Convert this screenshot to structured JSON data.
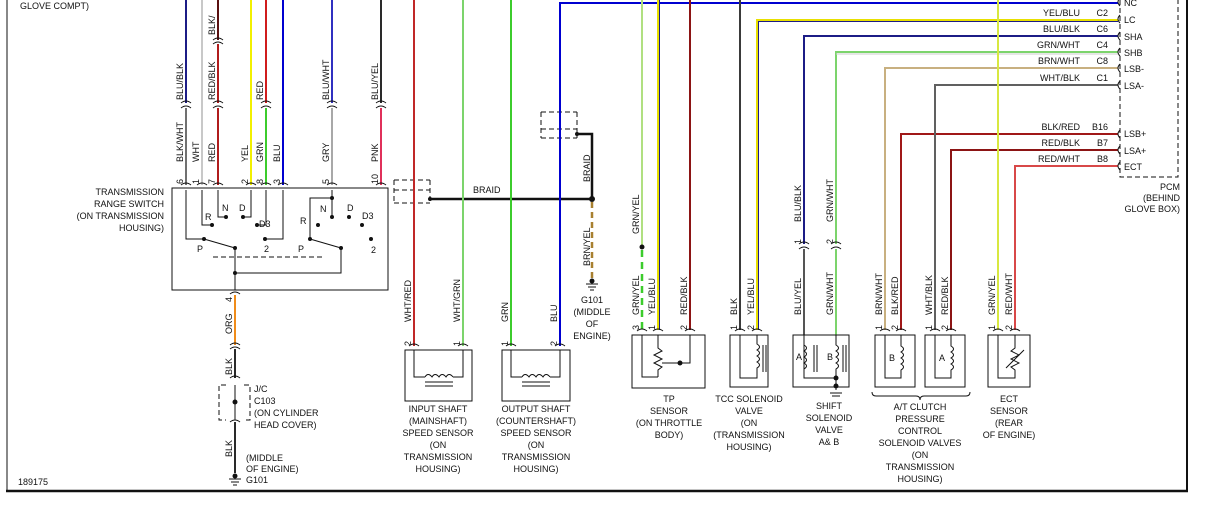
{
  "top_fragment": "GLOVE COMPT)",
  "figure_id": "189175",
  "colors": {
    "navy": "#1c1c86",
    "blue": "#0000d0",
    "red": "#d01c1c",
    "darkred": "#8c1414",
    "yellow": "#f2f000",
    "green": "#3ccc2c",
    "ltgreen": "#8cd47c",
    "gray": "#a8a8a8",
    "pink": "#e0305a",
    "orange": "#f08c1a",
    "brown": "#a88030",
    "black": "#2a2a2a"
  },
  "range_switch": {
    "title": [
      "TRANSMISSION",
      "RANGE SWITCH",
      "(ON TRANSMISSION",
      "HOUSING)"
    ],
    "upper_wires": [
      "BLU/BLK",
      "BLK/",
      "RED/BLK",
      "RED",
      "BLU/WHT",
      "BLU/YEL"
    ],
    "lower_wires": [
      "BLK/WHT",
      "WHT",
      "RED",
      "YEL",
      "GRN",
      "BLU",
      "GRY",
      "PNK"
    ],
    "pins": [
      "6",
      "1",
      "7",
      "2",
      "8",
      "3",
      "5",
      "10"
    ],
    "ground_pin": "4",
    "positions": [
      "R",
      "N",
      "D",
      "D3",
      "P",
      "2",
      "R",
      "N",
      "D",
      "D3",
      "P",
      "2"
    ]
  },
  "ground_path": {
    "wires": [
      "ORG",
      "BLK",
      "BLK"
    ],
    "jc": [
      "J/C",
      "C103",
      "(ON CYLINDER",
      "HEAD COVER)"
    ],
    "ground": [
      "(MIDDLE",
      "OF ENGINE)",
      "G101"
    ]
  },
  "braid": {
    "label_h": "BRAID",
    "label_v": "BRAID",
    "drain": "BRN/YEL",
    "ground": [
      "G101",
      "(MIDDLE",
      "OF",
      "ENGINE)"
    ]
  },
  "input_shaft": {
    "wires": [
      "WHT/RED",
      "WHT/GRN"
    ],
    "pins": [
      "2",
      "1"
    ],
    "label": [
      "INPUT SHAFT",
      "(MAINSHAFT)",
      "SPEED SENSOR",
      "(ON",
      "TRANSMISSION",
      "HOUSING)"
    ]
  },
  "output_shaft": {
    "wires": [
      "GRN",
      "BLU"
    ],
    "pins": [
      "1",
      "2"
    ],
    "label": [
      "OUTPUT SHAFT",
      "(COUNTERSHAFT)",
      "SPEED SENSOR",
      "(ON",
      "TRANSMISSION",
      "HOUSING)"
    ]
  },
  "tp_sensor": {
    "upper": "GRN/YEL",
    "wires": [
      "GRN/YEL",
      "YEL/BLU",
      "RED/BLK"
    ],
    "pins": [
      "3",
      "1",
      "2"
    ],
    "label": [
      "TP",
      "SENSOR",
      "(ON THROTTLE",
      "BODY)"
    ]
  },
  "tcc": {
    "wires": [
      "BLK",
      "YEL/BLU"
    ],
    "pins": [
      "1",
      "2"
    ],
    "label": [
      "TCC SOLENOID",
      "VALVE",
      "(ON",
      "(TRANSMISSION",
      "HOUSING)"
    ]
  },
  "shift": {
    "upper": [
      "BLU/BLK",
      "GRN/WHT"
    ],
    "wires": [
      "BLU/YEL",
      "GRN/WHT"
    ],
    "pins": [
      "1",
      "2"
    ],
    "coils": [
      "A",
      "B"
    ],
    "label": [
      "SHIFT",
      "SOLENOID",
      "VALVE",
      "A& B"
    ]
  },
  "clutch": {
    "wires": [
      "BRN/WHT",
      "BLK/RED",
      "WHT/BLK",
      "RED/BLK"
    ],
    "pins": [
      "1",
      "2",
      "1",
      "2"
    ],
    "coils": [
      "B",
      "A"
    ],
    "label": [
      "A/T CLUTCH",
      "PRESSURE",
      "CONTROL",
      "SOLENOID VALVES",
      "(ON",
      "TRANSMISSION",
      "HOUSING)"
    ]
  },
  "ect": {
    "wires": [
      "GRN/YEL",
      "RED/WHT"
    ],
    "pins": [
      "1",
      "2"
    ],
    "label": [
      "ECT",
      "SENSOR",
      "(REAR",
      "OF ENGINE)"
    ]
  },
  "pcm": {
    "rows": [
      {
        "wire": "",
        "cavity": "",
        "terminal": "NC"
      },
      {
        "wire": "YEL/BLU",
        "cavity": "C2",
        "terminal": "LC"
      },
      {
        "wire": "BLU/BLK",
        "cavity": "C6",
        "terminal": "SHA"
      },
      {
        "wire": "GRN/WHT",
        "cavity": "C4",
        "terminal": "SHB"
      },
      {
        "wire": "BRN/WHT",
        "cavity": "C8",
        "terminal": "LSB-"
      },
      {
        "wire": "WHT/BLK",
        "cavity": "C1",
        "terminal": "LSA-"
      },
      {
        "wire": "BLK/RED",
        "cavity": "B16",
        "terminal": "LSB+"
      },
      {
        "wire": "RED/BLK",
        "cavity": "B7",
        "terminal": "LSA+"
      },
      {
        "wire": "RED/WHT",
        "cavity": "B8",
        "terminal": "ECT"
      }
    ],
    "label": [
      "PCM",
      "(BEHIND",
      "GLOVE BOX)"
    ]
  }
}
